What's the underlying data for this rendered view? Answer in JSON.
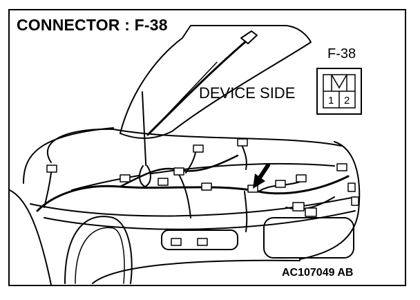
{
  "header": {
    "title": "CONNECTOR : F-38"
  },
  "connector": {
    "label": "F-38",
    "side": "DEVICE SIDE",
    "pins": [
      "1",
      "2"
    ]
  },
  "footer": {
    "code": "AC107049 AB"
  },
  "colors": {
    "line": "#000000",
    "background": "#ffffff"
  },
  "icons": [
    "connector-face-icon",
    "location-arrow-icon"
  ]
}
